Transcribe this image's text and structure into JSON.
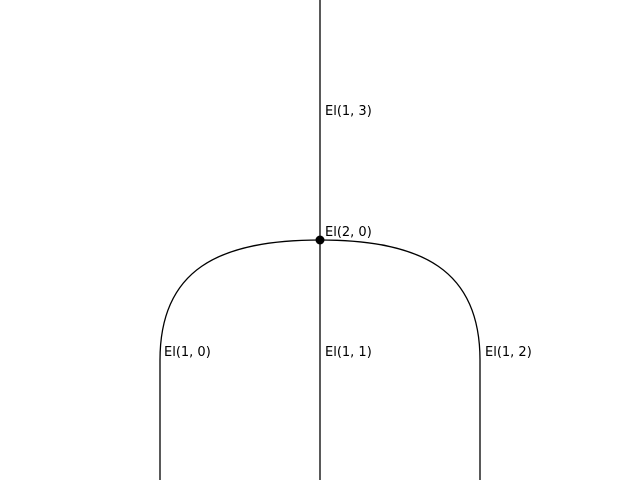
{
  "diagram": {
    "vertex_label": "El(2, 0)",
    "labels": {
      "top": "El(1, 3)",
      "left": "El(1, 0)",
      "middle": "El(1, 1)",
      "right": "El(1, 2)"
    }
  }
}
